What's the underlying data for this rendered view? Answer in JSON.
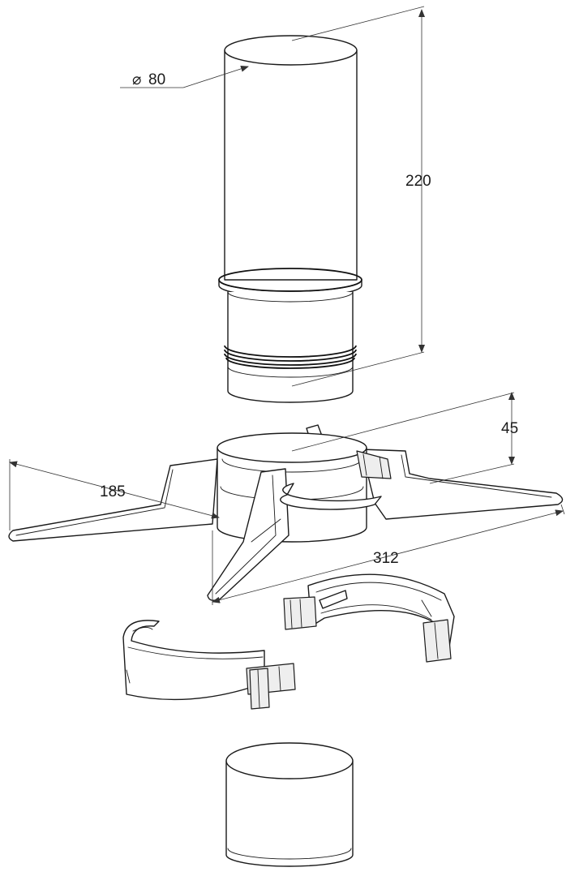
{
  "dimensions": {
    "diameter_symbol": "⌀",
    "diameter_value": "80",
    "height_tube": "220",
    "height_stand": "45",
    "leg_length": "185",
    "stand_width": "312"
  },
  "colors": {
    "line": "#1a1a1a",
    "dimension": "#333333",
    "background": "#ffffff"
  }
}
